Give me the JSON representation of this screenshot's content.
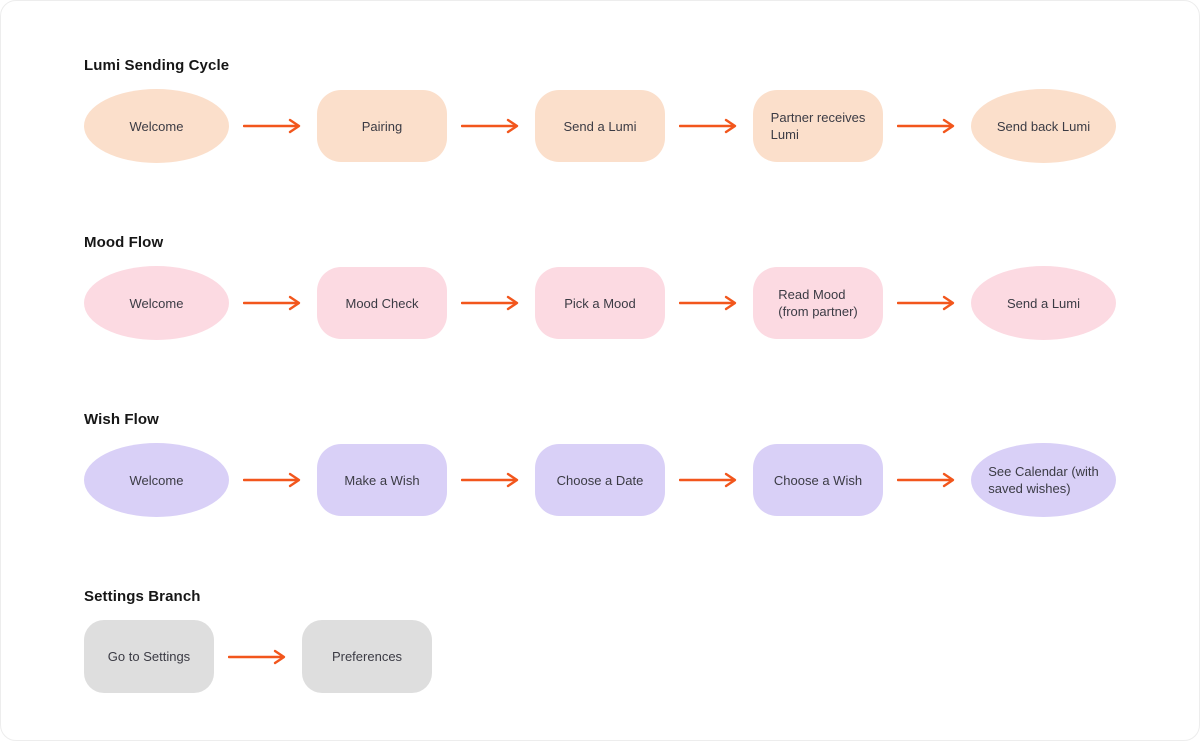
{
  "diagram": {
    "connector_color": "#F2561C",
    "icons": {
      "connector": "arrow-right"
    },
    "sections": [
      {
        "title": "Lumi Sending Cycle",
        "fill": "#FBDFCB",
        "nodes": [
          {
            "label": "Welcome",
            "shape": "ellipse"
          },
          {
            "label": "Pairing",
            "shape": "rounded-rect"
          },
          {
            "label": "Send a Lumi",
            "shape": "rounded-rect"
          },
          {
            "label": "Partner receives\nLumi",
            "shape": "rounded-rect"
          },
          {
            "label": "Send back Lumi",
            "shape": "ellipse"
          }
        ]
      },
      {
        "title": "Mood Flow",
        "fill": "#FCDAE2",
        "nodes": [
          {
            "label": "Welcome",
            "shape": "ellipse"
          },
          {
            "label": "Mood Check",
            "shape": "rounded-rect"
          },
          {
            "label": "Pick a Mood",
            "shape": "rounded-rect"
          },
          {
            "label": "Read Mood\n(from partner)",
            "shape": "rounded-rect"
          },
          {
            "label": "Send a Lumi",
            "shape": "ellipse"
          }
        ]
      },
      {
        "title": "Wish Flow",
        "fill": "#D9D0F7",
        "nodes": [
          {
            "label": "Welcome",
            "shape": "ellipse"
          },
          {
            "label": "Make a Wish",
            "shape": "rounded-rect"
          },
          {
            "label": "Choose a Date",
            "shape": "rounded-rect"
          },
          {
            "label": "Choose a Wish",
            "shape": "rounded-rect"
          },
          {
            "label": "See Calendar (with\nsaved wishes)",
            "shape": "ellipse"
          }
        ]
      },
      {
        "title": "Settings Branch",
        "fill": "#DEDEDE",
        "nodes": [
          {
            "label": "Go to Settings",
            "shape": "rounded-rect"
          },
          {
            "label": "Preferences",
            "shape": "rounded-rect"
          }
        ]
      }
    ]
  }
}
